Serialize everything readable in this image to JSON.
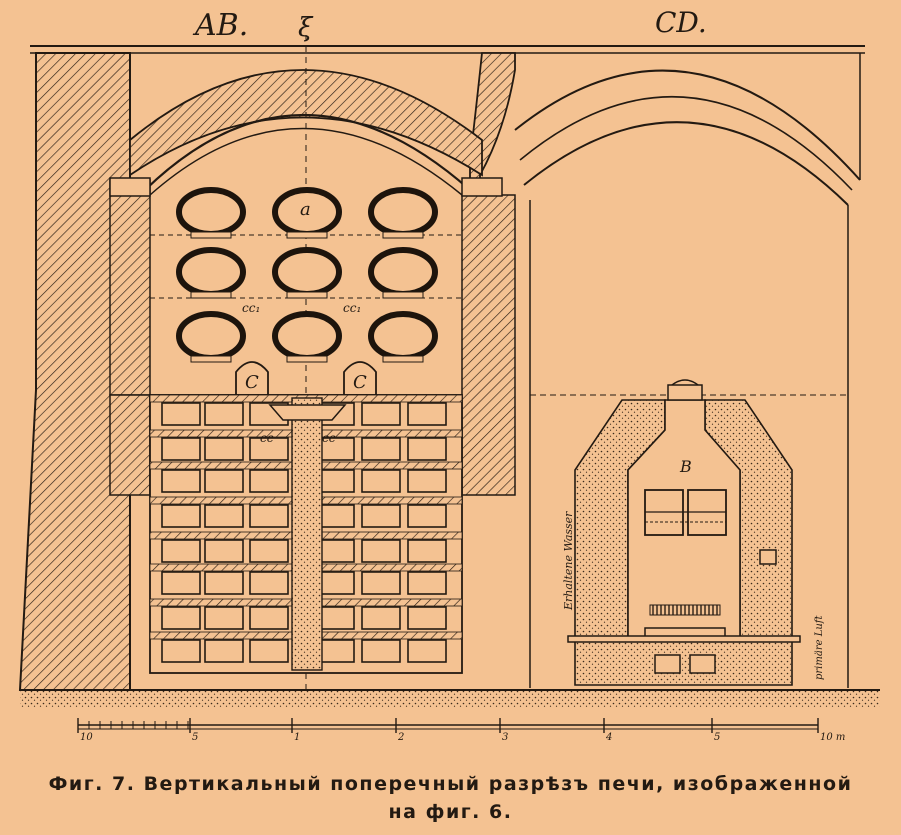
{
  "labels": {
    "section_ab": "AB.",
    "axis_mark": "ξ",
    "section_cd": "CD.",
    "muffle": "a",
    "chamber_b": "B",
    "flue_c_left": "C",
    "flue_c_right": "C",
    "channel_c1_left": "cc₁",
    "channel_c1_right": "cc₁",
    "channel_c0_left": "cc",
    "channel_c0_right": "cc",
    "side_note_left": "Erhaltene Wasser",
    "side_note_right": "primäre Luft"
  },
  "scale": {
    "ticks": [
      "10",
      "5",
      "1",
      "2",
      "3",
      "4",
      "5",
      "10 m"
    ]
  },
  "caption": {
    "line1_prefix": "Фиг. 7.",
    "line1_text": "Вертикальный поперечный разрѣзъ печи, изображенной",
    "line2": "на фиг. 6."
  },
  "colors": {
    "paper": "#f4c292",
    "ink": "#231a12"
  }
}
